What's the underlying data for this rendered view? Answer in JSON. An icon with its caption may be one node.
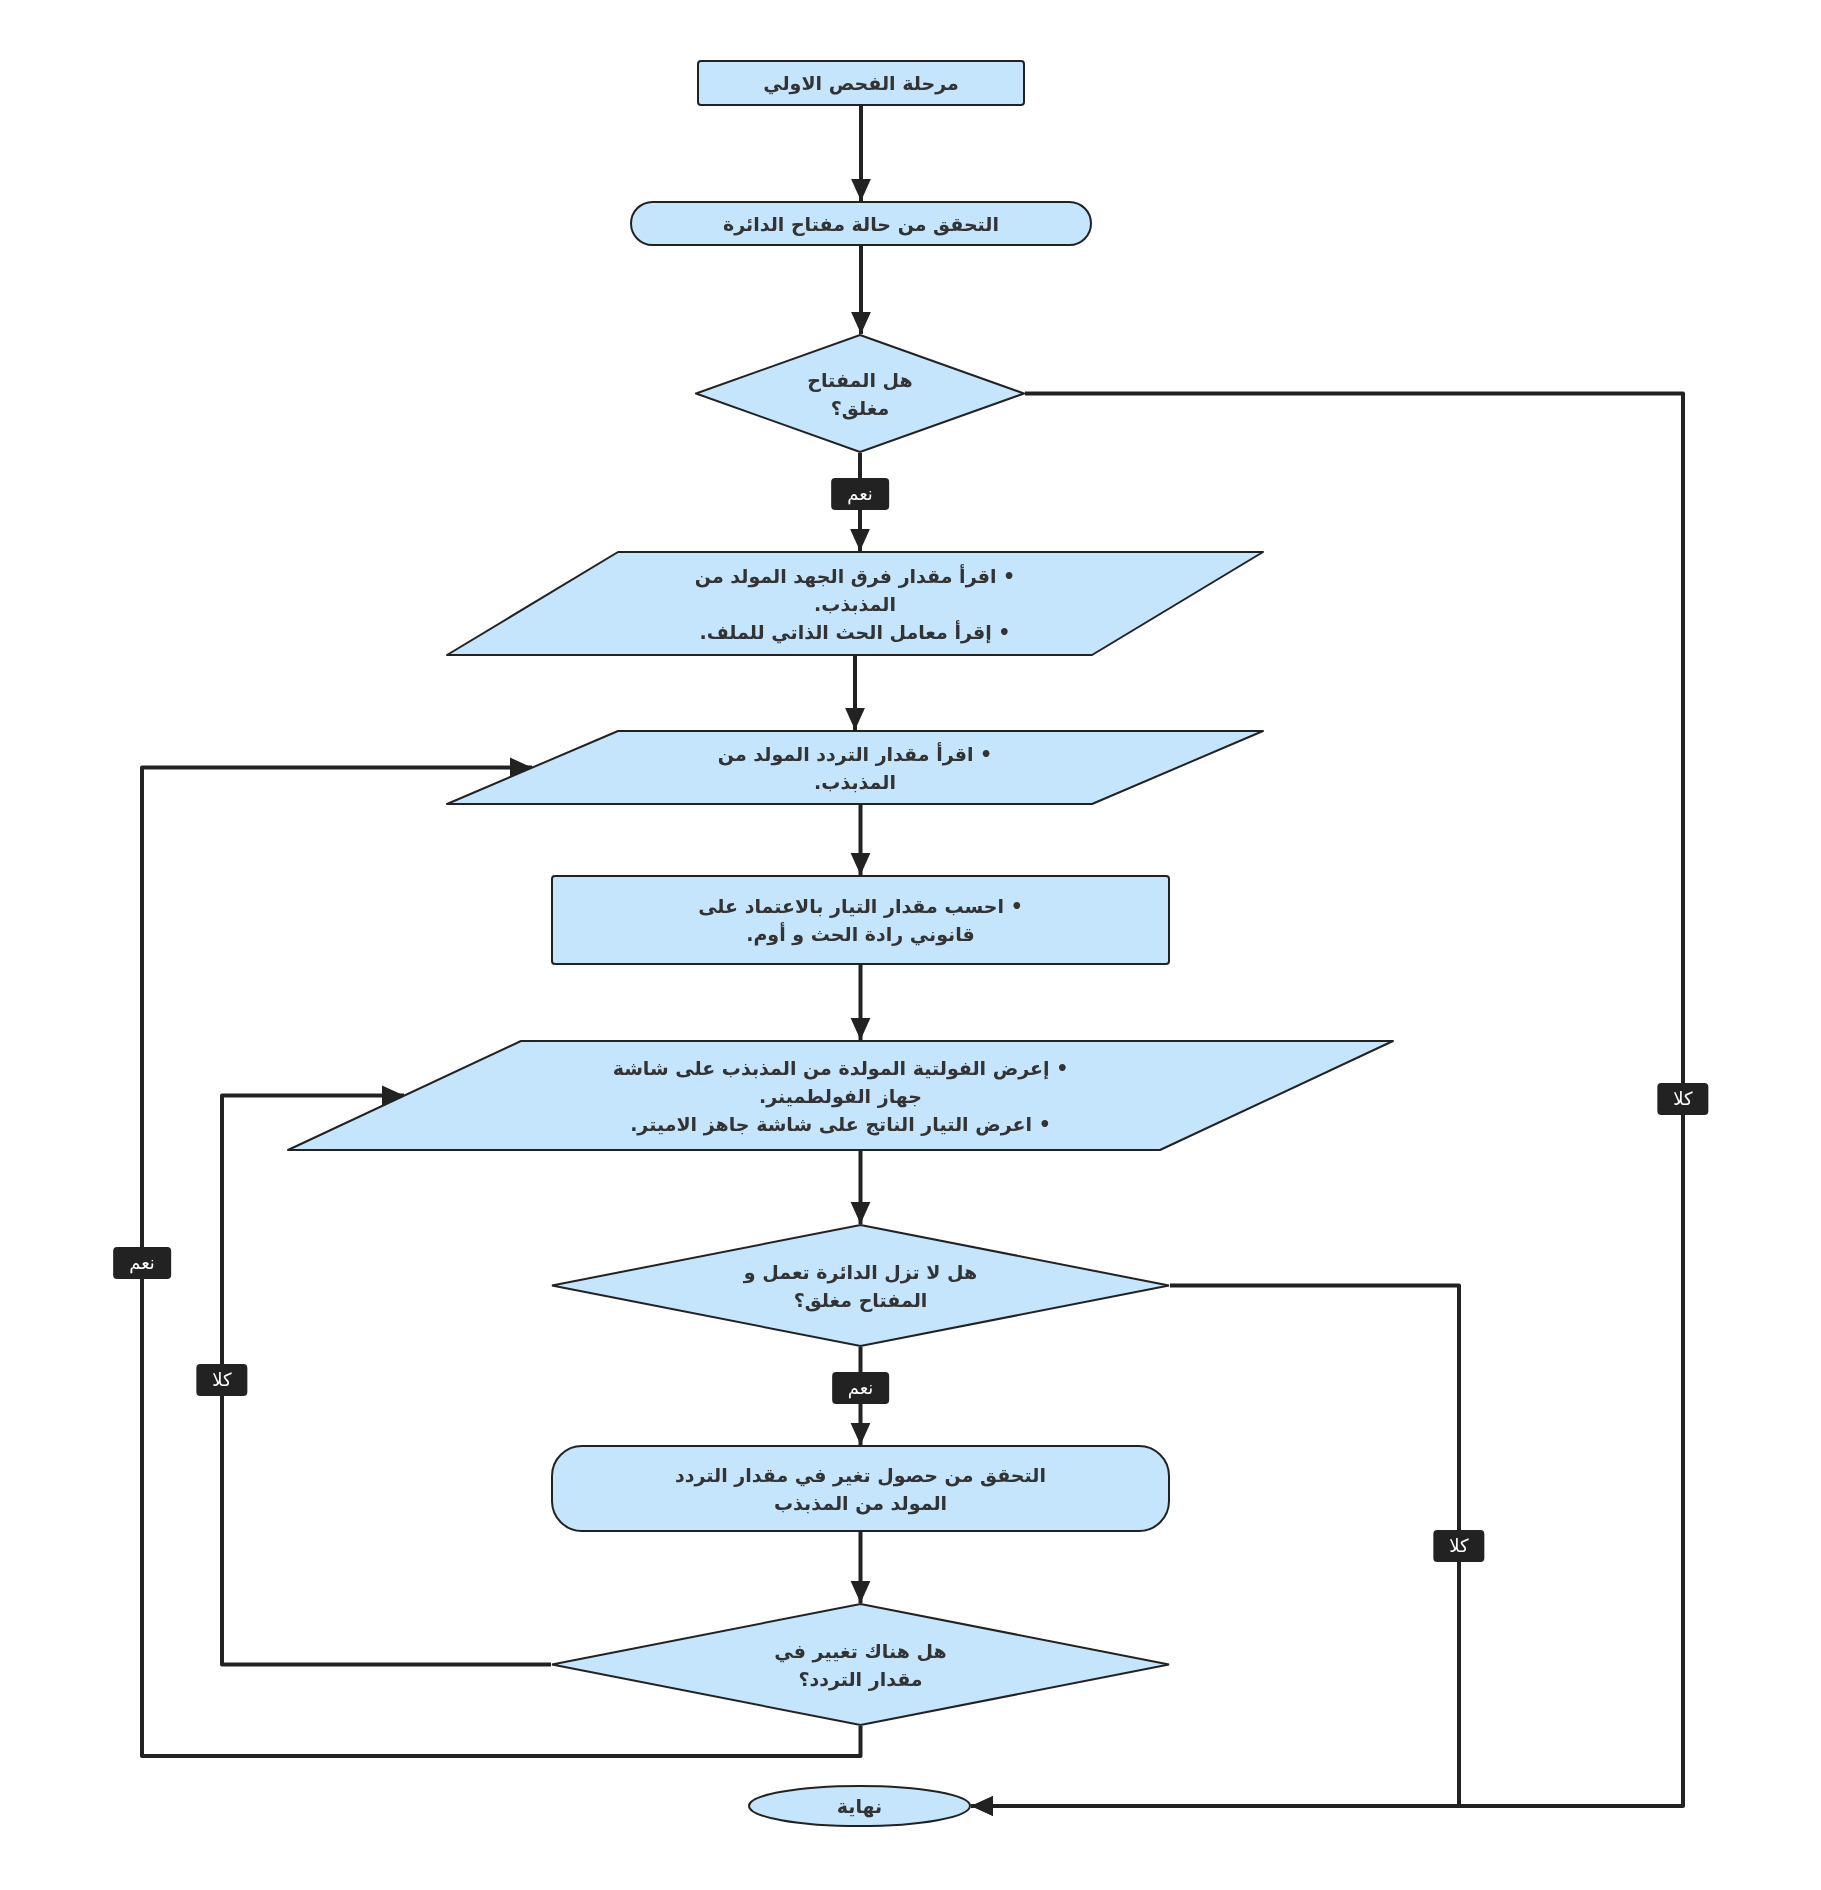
{
  "diagram": {
    "nodes": [
      {
        "text": [
          "مرحلة الفحص الاولي"
        ]
      },
      {
        "text": [
          "التحقق من حالة مفتاح الدائرة"
        ]
      },
      {
        "text": [
          "هل المفتاح مغلق؟"
        ]
      },
      {
        "text": [
          "• اقرأ مقدار فرق الجهد المولد من المذبذب.",
          "• إقرأ معامل الحث الذاتي للملف."
        ]
      },
      {
        "text": [
          "• اقرأ مقدار التردد المولد من المذبذب."
        ]
      },
      {
        "text": [
          "• احسب مقدار التيار بالاعتماد على قانوني رادة الحث و أوم."
        ]
      },
      {
        "text": [
          "• إعرض الفولتية المولدة من المذبذب على شاشة جهاز الفولطمينر.",
          "• اعرض التيار الناتج على شاشة جاهز الاميتر."
        ]
      },
      {
        "text": [
          "هل لا تزل الدائرة تعمل و المفتاح مغلق؟"
        ]
      },
      {
        "text": [
          "التحقق من حصول تغير في مقدار التردد المولد من المذبذب"
        ]
      },
      {
        "text": [
          "هل هناك تغيير في مقدار التردد؟"
        ]
      },
      {
        "text": [
          "نهاية"
        ]
      }
    ],
    "edges": [
      {
        "from": 0,
        "to": 1,
        "arrow": "to"
      },
      {
        "from": 1,
        "to": 2,
        "arrow": "to"
      },
      {
        "from": 2,
        "to": 3,
        "arrow": "to",
        "label": "نعم"
      },
      {
        "from": 2,
        "to": 10,
        "arrow": "to",
        "label": "كلا"
      },
      {
        "from": 3,
        "to": 4,
        "arrow": "to"
      },
      {
        "from": 4,
        "to": 5,
        "arrow": "to"
      },
      {
        "from": 5,
        "to": 6,
        "arrow": "to"
      },
      {
        "from": 6,
        "to": 7,
        "arrow": "to"
      },
      {
        "from": 7,
        "to": 8,
        "arrow": "to",
        "label": "نعم"
      },
      {
        "from": 7,
        "to": 10,
        "arrow": "to",
        "label": "كلا"
      },
      {
        "from": 8,
        "to": 9,
        "arrow": "to"
      },
      {
        "from": 9,
        "to": 6,
        "arrow": "to",
        "label": "كلا"
      },
      {
        "from": 9,
        "to": 4,
        "arrow": "to",
        "label": "نعم"
      }
    ]
  }
}
